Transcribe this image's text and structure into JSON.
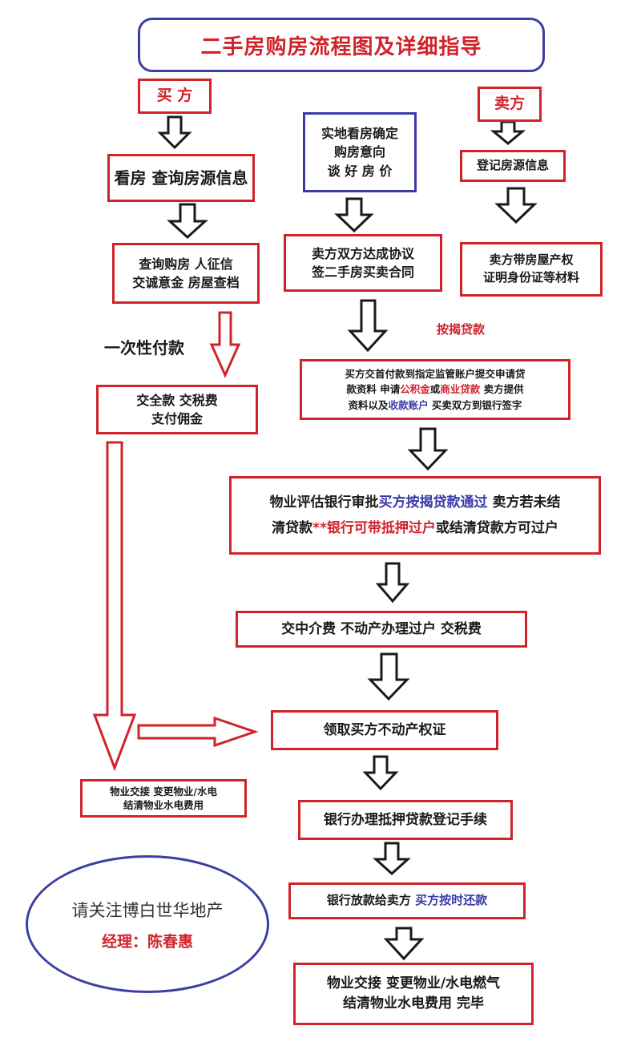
{
  "title": "二手房购房流程图及详细指导",
  "buyer_label": "买 方",
  "seller_label": "卖方",
  "view_house": "看房  查询房源信息",
  "buyer_check": [
    "查询购房  人征信",
    "交诚意金  房屋查档"
  ],
  "confirm_intent": [
    "实地看房确定",
    "购房意向",
    "谈 好 房 价"
  ],
  "agreement": [
    "卖方双方达成协议",
    "签二手房买卖合同"
  ],
  "register_info": "登记房源信息",
  "seller_docs": [
    "卖方带房屋产权",
    "证明身份证等材料"
  ],
  "one_time_pay_label": "一次性付款",
  "mortgage_label": "按揭贷款",
  "full_payment": [
    "交全款  交税费",
    "支付佣金"
  ],
  "down_payment": {
    "line1": "买方交首付款到指定监管账户提交申请贷",
    "line2_a": "款资料  申请",
    "line2_b": "公积金",
    "line2_c": "或",
    "line2_d": "商业贷款",
    "line2_e": "  卖方提供",
    "line3_a": "资料以及",
    "line3_b": "收款账户",
    "line3_c": "  买卖双方到银行签字"
  },
  "approval": {
    "line1_a": "物业评估银行审批",
    "line1_b": "买方按揭贷款通过",
    "line1_c": "  卖方若未结",
    "line2_a": "清贷款",
    "line2_b": "**银行可带抵押过户",
    "line2_c": "或结清贷款方可过户"
  },
  "transfer": "交中介费  不动产办理过户  交税费",
  "certificate": "领取买方不动产权证",
  "handover_left": [
    "物业交接  变更物业/水电",
    "结清物业水电费用"
  ],
  "mortgage_register": "银行办理抵押贷款登记手续",
  "loan_release": {
    "a": "银行放款给卖方  ",
    "b": "买方按时还款"
  },
  "final_handover": [
    "物业交接  变更物业/水电燃气",
    "结清物业水电费用  完毕"
  ],
  "contact": {
    "line1": "请关注博白世华地产",
    "line2": "经理：陈春惠"
  },
  "colors": {
    "red": "#d0232a",
    "blue": "#3a3aa8",
    "black": "#1a1a1a"
  }
}
